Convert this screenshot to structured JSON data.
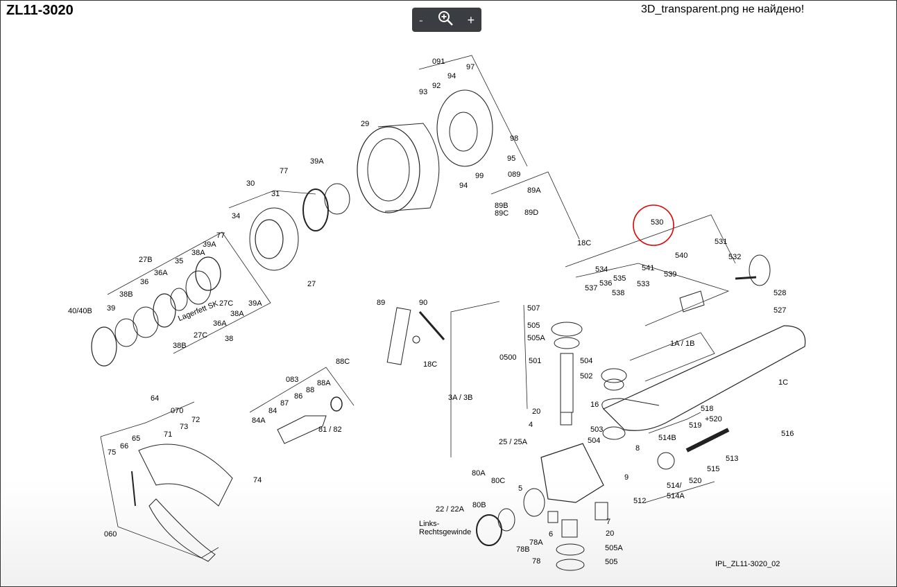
{
  "header": {
    "title": "ZL11-3020",
    "missing_image_message": "3D_transparent.png не найдено!"
  },
  "zoom": {
    "minus": "-",
    "plus": "+",
    "icon": "zoom-in-icon"
  },
  "diagram": {
    "reference": "IPL_ZL11-3020_02",
    "circled_label": "530",
    "highlight_color": "#e00000",
    "labels": [
      {
        "id": "l091",
        "text": "091"
      },
      {
        "id": "l97",
        "text": "97"
      },
      {
        "id": "l94a",
        "text": "94"
      },
      {
        "id": "l92",
        "text": "92"
      },
      {
        "id": "l93",
        "text": "93"
      },
      {
        "id": "l29",
        "text": "29"
      },
      {
        "id": "l98",
        "text": "98"
      },
      {
        "id": "l95",
        "text": "95"
      },
      {
        "id": "l94b",
        "text": "94"
      },
      {
        "id": "l99",
        "text": "99"
      },
      {
        "id": "l39A",
        "text": "39A"
      },
      {
        "id": "l77",
        "text": "77"
      },
      {
        "id": "l30",
        "text": "30"
      },
      {
        "id": "l31",
        "text": "31"
      },
      {
        "id": "l34",
        "text": "34"
      },
      {
        "id": "l27",
        "text": "27"
      },
      {
        "id": "l089",
        "text": "089"
      },
      {
        "id": "l89A",
        "text": "89A"
      },
      {
        "id": "l89B",
        "text": "89B"
      },
      {
        "id": "l89C",
        "text": "89C"
      },
      {
        "id": "l89D",
        "text": "89D"
      },
      {
        "id": "l18Ca",
        "text": "18C"
      },
      {
        "id": "l77b",
        "text": "77"
      },
      {
        "id": "l39Ab",
        "text": "39A"
      },
      {
        "id": "l38A",
        "text": "38A"
      },
      {
        "id": "l27B",
        "text": "27B"
      },
      {
        "id": "l35",
        "text": "35"
      },
      {
        "id": "l36A",
        "text": "36A"
      },
      {
        "id": "l36",
        "text": "36"
      },
      {
        "id": "l38B",
        "text": "38B"
      },
      {
        "id": "l39",
        "text": "39"
      },
      {
        "id": "l4040B",
        "text": "40/40B"
      },
      {
        "id": "l27C",
        "text": "27C"
      },
      {
        "id": "l39Ac",
        "text": "39A"
      },
      {
        "id": "l38Ab",
        "text": "38A"
      },
      {
        "id": "l36Ab",
        "text": "36A"
      },
      {
        "id": "l27Cb",
        "text": "27C"
      },
      {
        "id": "l38Bb",
        "text": "38B"
      },
      {
        "id": "l38",
        "text": "38"
      },
      {
        "id": "lLager",
        "text": "Lagerfett SK"
      },
      {
        "id": "l89",
        "text": "89"
      },
      {
        "id": "l90",
        "text": "90"
      },
      {
        "id": "l18Cb",
        "text": "18C"
      },
      {
        "id": "l531",
        "text": "531"
      },
      {
        "id": "l532",
        "text": "532"
      },
      {
        "id": "l540",
        "text": "540"
      },
      {
        "id": "l541",
        "text": "541"
      },
      {
        "id": "l539",
        "text": "539"
      },
      {
        "id": "l534",
        "text": "534"
      },
      {
        "id": "l535",
        "text": "535"
      },
      {
        "id": "l536",
        "text": "536"
      },
      {
        "id": "l537",
        "text": "537"
      },
      {
        "id": "l533",
        "text": "533"
      },
      {
        "id": "l538",
        "text": "538"
      },
      {
        "id": "l528",
        "text": "528"
      },
      {
        "id": "l527",
        "text": "527"
      },
      {
        "id": "l507",
        "text": "507"
      },
      {
        "id": "l505",
        "text": "505"
      },
      {
        "id": "l505A",
        "text": "505A"
      },
      {
        "id": "l0500",
        "text": "0500"
      },
      {
        "id": "l501",
        "text": "501"
      },
      {
        "id": "l504",
        "text": "504"
      },
      {
        "id": "l502",
        "text": "502"
      },
      {
        "id": "l1A1B",
        "text": "1A / 1B"
      },
      {
        "id": "l1C",
        "text": "1C"
      },
      {
        "id": "l88C",
        "text": "88C"
      },
      {
        "id": "l083",
        "text": "083"
      },
      {
        "id": "l88A",
        "text": "88A"
      },
      {
        "id": "l88",
        "text": "88"
      },
      {
        "id": "l86",
        "text": "86"
      },
      {
        "id": "l87",
        "text": "87"
      },
      {
        "id": "l84",
        "text": "84"
      },
      {
        "id": "l84A",
        "text": "84A"
      },
      {
        "id": "l8182",
        "text": "81 / 82"
      },
      {
        "id": "l3A3B",
        "text": "3A / 3B"
      },
      {
        "id": "l20a",
        "text": "20"
      },
      {
        "id": "l16",
        "text": "16"
      },
      {
        "id": "l4",
        "text": "4"
      },
      {
        "id": "l503",
        "text": "503"
      },
      {
        "id": "l504b",
        "text": "504"
      },
      {
        "id": "l2525A",
        "text": "25 / 25A"
      },
      {
        "id": "l518",
        "text": "518"
      },
      {
        "id": "l520p",
        "text": "+520"
      },
      {
        "id": "l519",
        "text": "519"
      },
      {
        "id": "l514B",
        "text": "514B"
      },
      {
        "id": "l516",
        "text": "516"
      },
      {
        "id": "l513",
        "text": "513"
      },
      {
        "id": "l8",
        "text": "8"
      },
      {
        "id": "l9",
        "text": "9"
      },
      {
        "id": "l515",
        "text": "515"
      },
      {
        "id": "l520",
        "text": "520"
      },
      {
        "id": "l514",
        "text": "514/"
      },
      {
        "id": "l514A",
        "text": "514A"
      },
      {
        "id": "l512",
        "text": "512"
      },
      {
        "id": "l64",
        "text": "64"
      },
      {
        "id": "l070",
        "text": "070"
      },
      {
        "id": "l73",
        "text": "73"
      },
      {
        "id": "l72",
        "text": "72"
      },
      {
        "id": "l65",
        "text": "65"
      },
      {
        "id": "l71",
        "text": "71"
      },
      {
        "id": "l66",
        "text": "66"
      },
      {
        "id": "l75",
        "text": "75"
      },
      {
        "id": "l74",
        "text": "74"
      },
      {
        "id": "l060",
        "text": "060"
      },
      {
        "id": "l80A",
        "text": "80A"
      },
      {
        "id": "l80C",
        "text": "80C"
      },
      {
        "id": "l5",
        "text": "5"
      },
      {
        "id": "l80B",
        "text": "80B"
      },
      {
        "id": "l2222A",
        "text": "22 / 22A"
      },
      {
        "id": "lLinks",
        "text": "Links-"
      },
      {
        "id": "lRechts",
        "text": "Rechtsgewinde"
      },
      {
        "id": "l78A",
        "text": "78A"
      },
      {
        "id": "l78B",
        "text": "78B"
      },
      {
        "id": "l78",
        "text": "78"
      },
      {
        "id": "l6",
        "text": "6"
      },
      {
        "id": "l7",
        "text": "7"
      },
      {
        "id": "l20b",
        "text": "20"
      },
      {
        "id": "l505Ab",
        "text": "505A"
      },
      {
        "id": "l505b",
        "text": "505"
      }
    ]
  }
}
